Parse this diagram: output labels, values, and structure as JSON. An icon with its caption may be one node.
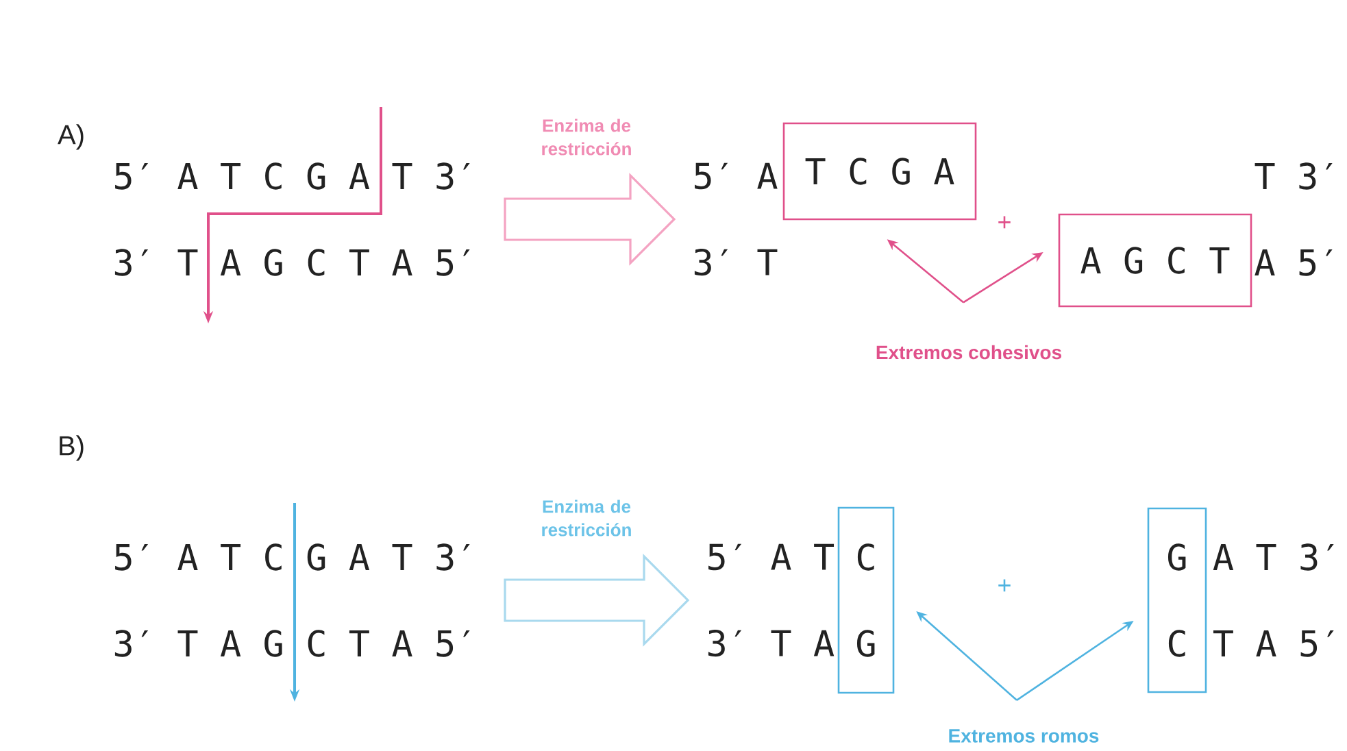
{
  "diagram": {
    "nodes": [
      {
        "text": [
          "5′ A T C G A T 3′",
          "3′ T A G C T A 5′"
        ]
      },
      {
        "text": [
          "5′ A",
          "3′ T"
        ]
      },
      {
        "text": [
          "T C G A"
        ]
      },
      {
        "text": [
          "T 3′",
          "A 5′"
        ]
      },
      {
        "text": [
          "A G C T"
        ]
      },
      {
        "text": [
          "Extremos cohesivos"
        ]
      },
      {
        "text": [
          "5′ A T C G A T 3′",
          "3′ T A G C T A 5′"
        ]
      },
      {
        "text": [
          "5′ A T",
          "3′ T A"
        ]
      },
      {
        "text": [
          "C",
          "G"
        ]
      },
      {
        "text": [
          "G",
          "C"
        ]
      },
      {
        "text": [
          "A T 3′",
          "T A 5′"
        ]
      },
      {
        "text": [
          "Extremos romos"
        ]
      }
    ],
    "edges": [
      {
        "from": 0,
        "to": 1,
        "arrow": "to",
        "label": "Enzima de restricción",
        "color": "#f4a3c2"
      },
      {
        "from": 5,
        "to": 2,
        "arrow": "to",
        "color": "#e0508a"
      },
      {
        "from": 5,
        "to": 4,
        "arrow": "to",
        "color": "#e0508a"
      },
      {
        "from": 6,
        "to": 7,
        "arrow": "to",
        "label": "Enzima de restricción",
        "color": "#a9d9ee"
      },
      {
        "from": 11,
        "to": 8,
        "arrow": "to",
        "color": "#4fb3e0"
      },
      {
        "from": 11,
        "to": 9,
        "arrow": "to",
        "color": "#4fb3e0"
      }
    ],
    "labels": [
      "A)",
      "+",
      "B)",
      "+"
    ]
  }
}
